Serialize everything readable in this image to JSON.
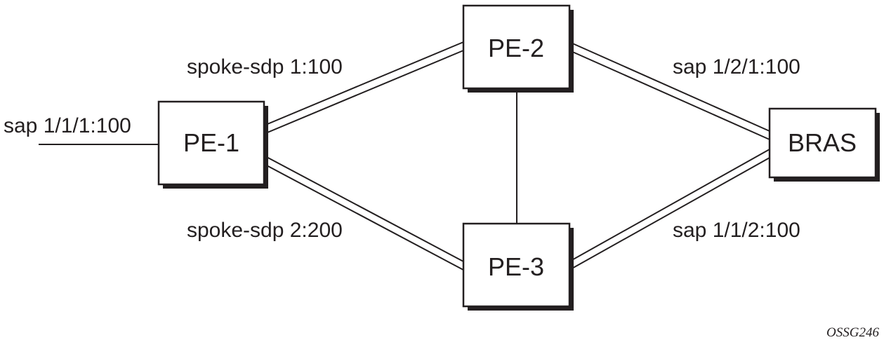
{
  "nodes": {
    "pe1": "PE-1",
    "pe2": "PE-2",
    "pe3": "PE-3",
    "bras": "BRAS"
  },
  "links": {
    "sap_pe1": "sap 1/1/1:100",
    "spoke_pe1_pe2": "spoke-sdp 1:100",
    "spoke_pe1_pe3": "spoke-sdp 2:200",
    "sap_pe2_bras": "sap 1/2/1:100",
    "sap_pe3_bras": "sap 1/1/2:100"
  },
  "figure_id": "OSSG246",
  "colors": {
    "line": "#231f20",
    "box_fill": "#ffffff"
  }
}
